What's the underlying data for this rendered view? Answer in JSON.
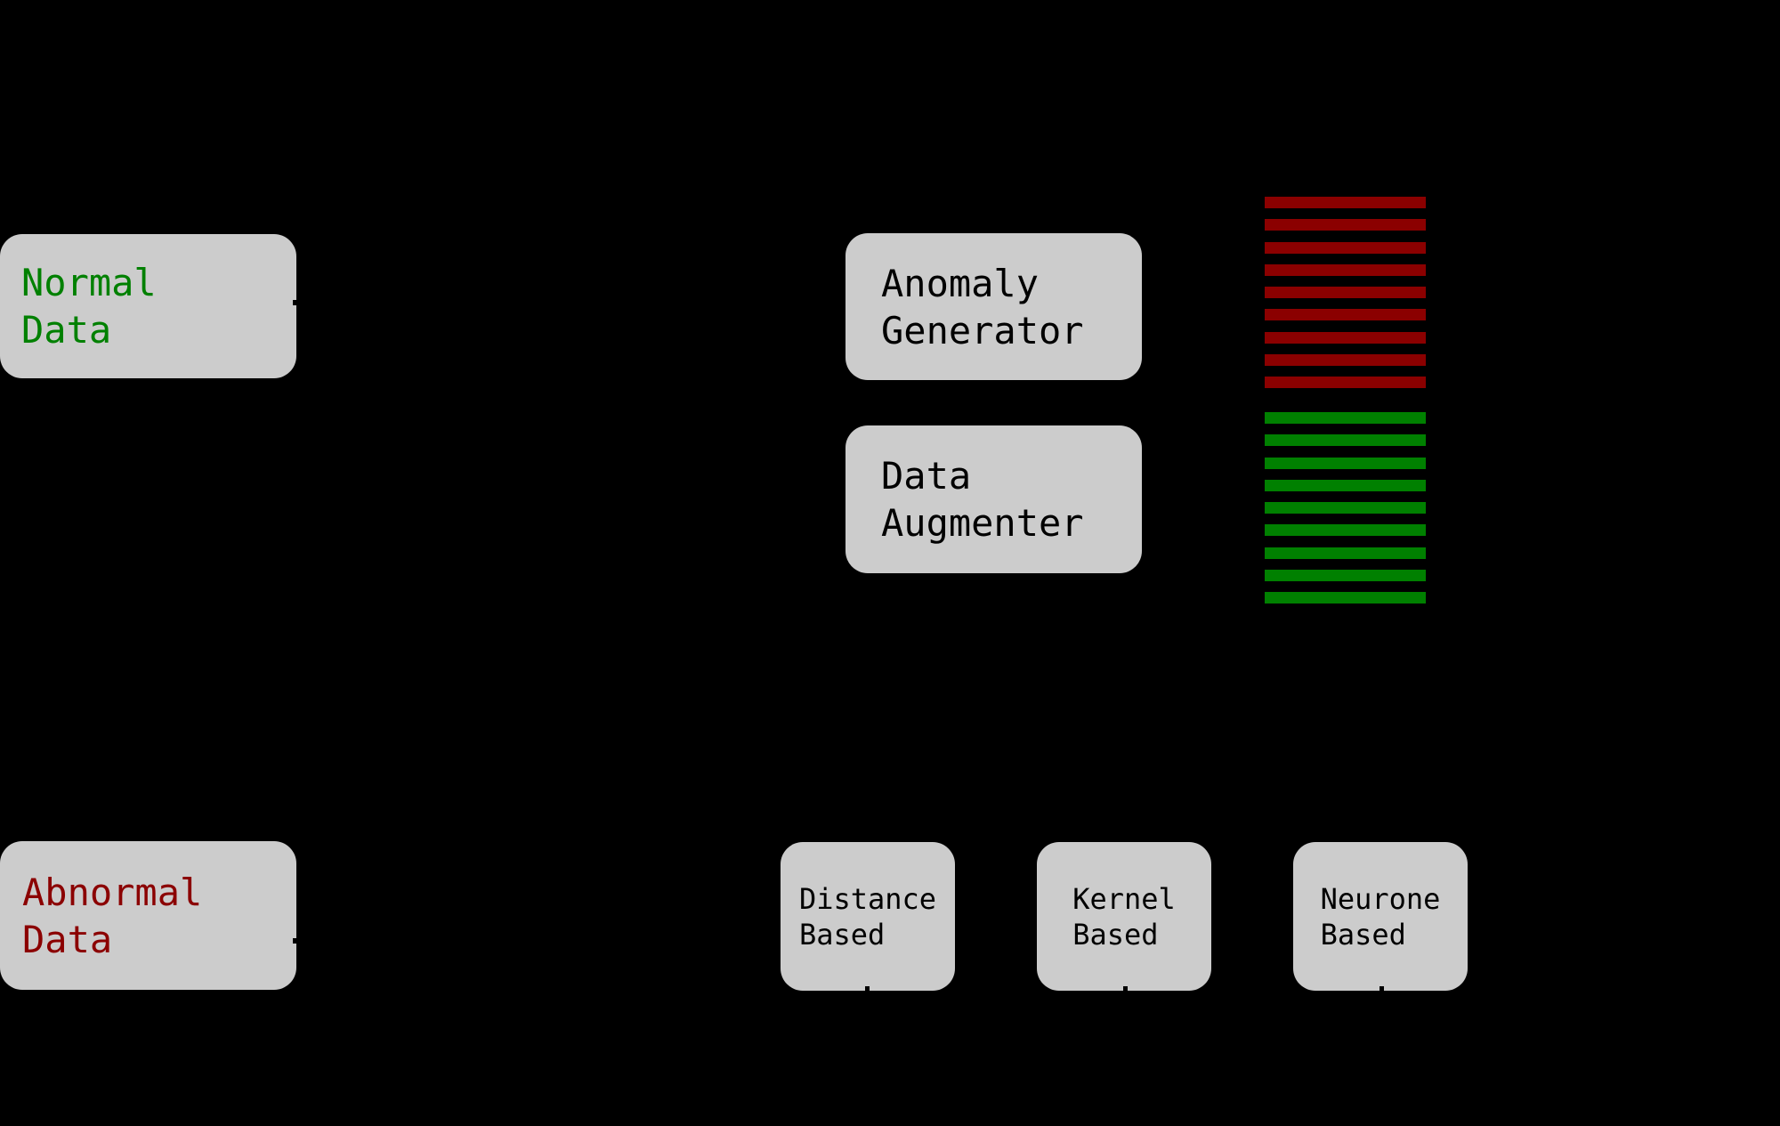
{
  "diagram": {
    "background_color": "#000000",
    "node_fill_color": "#cccccc",
    "nodes": {
      "normal_data": {
        "label": "Normal\nData",
        "text_color": "#008000"
      },
      "abnormal_data": {
        "label": "Abnormal\nData",
        "text_color": "#8b0000"
      },
      "anomaly_generator": {
        "label": "Anomaly\nGenerator",
        "text_color": "#000000"
      },
      "data_augmenter": {
        "label": "Data\nAugmenter",
        "text_color": "#000000"
      },
      "distance_based": {
        "label": "Distance\nBased",
        "text_color": "#000000"
      },
      "kernel_based": {
        "label": "Kernel\nBased",
        "text_color": "#000000"
      },
      "neurone_based": {
        "label": "Neurone\nBased",
        "text_color": "#000000"
      }
    },
    "bar_stacks": [
      {
        "name": "anomalous-sample-stack",
        "color": "#8b0000",
        "count": 9
      },
      {
        "name": "normal-sample-stack",
        "color": "#008000",
        "count": 9
      }
    ]
  }
}
